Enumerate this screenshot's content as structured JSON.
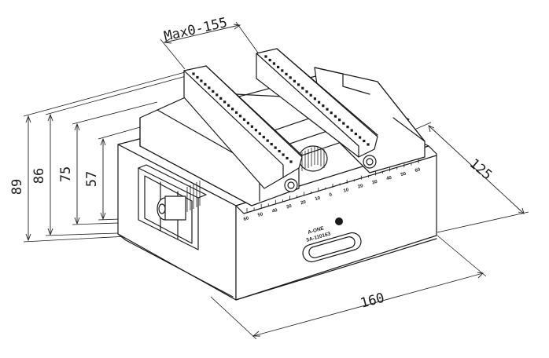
{
  "dimensions": {
    "jaw_opening": "Max0-155",
    "width": "125",
    "length": "160",
    "height_overall": "89",
    "height_jaw": "86",
    "height_body": "75",
    "height_base": "57"
  },
  "marking": {
    "brand": "A-ONE",
    "model": "3A-110163"
  },
  "scale": {
    "ticks": [
      "60",
      "50",
      "40",
      "30",
      "20",
      "10",
      "0",
      "10",
      "20",
      "30",
      "40",
      "50",
      "60"
    ]
  }
}
